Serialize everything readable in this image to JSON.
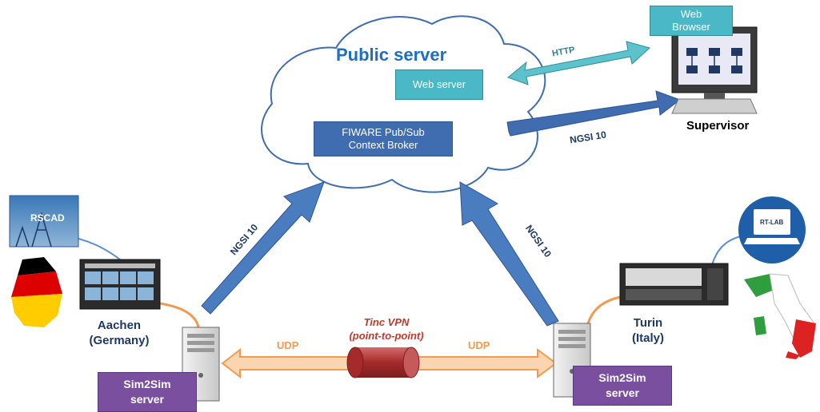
{
  "public_server": {
    "title": "Public server",
    "web_server_label": "Web server",
    "broker_line1": "FIWARE Pub/Sub",
    "broker_line2": "Context Broker"
  },
  "supervisor": {
    "browser_line1": "Web",
    "browser_line2": "Browser",
    "label": "Supervisor"
  },
  "links": {
    "http": "HTTP",
    "ngsi_supervisor": "NGSI 10",
    "ngsi_left": "NGSI 10",
    "ngsi_right": "NGSI 10",
    "udp_left": "UDP",
    "udp_right": "UDP"
  },
  "vpn": {
    "line1": "Tinc VPN",
    "line2": "(point-to-point)"
  },
  "aachen": {
    "line1": "Aachen",
    "line2": "(Germany)",
    "tool_label": "RSCAD",
    "server_line1": "Sim2Sim",
    "server_line2": "server"
  },
  "turin": {
    "line1": "Turin",
    "line2": "(Italy)",
    "tool_label": "RT-LAB",
    "server_line1": "Sim2Sim",
    "server_line2": "server"
  },
  "colors": {
    "navy": "#1f3864",
    "arrow_blue": "#3f6db0",
    "teal": "#2fa9b8",
    "purple": "#7a4fa0",
    "orange": "#f4a460",
    "vpn_red": "#b23a3a",
    "cloud_stroke": "#3f6db0"
  }
}
